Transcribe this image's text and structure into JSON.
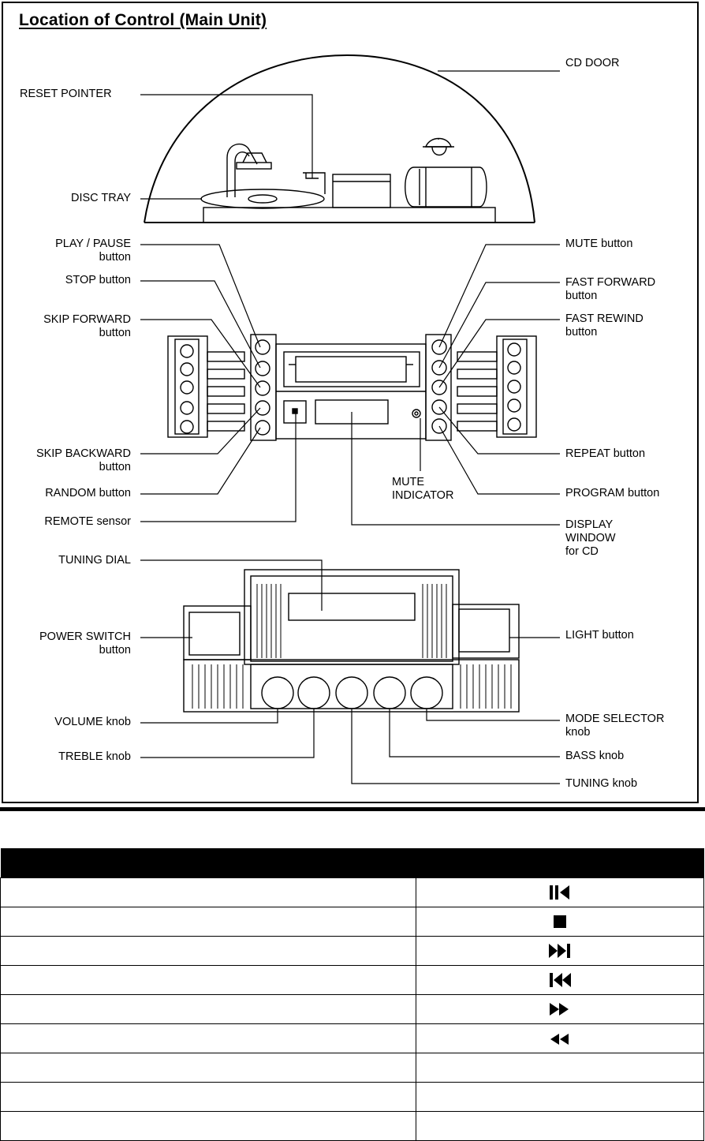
{
  "heading": "Location of Control (Main Unit)",
  "labels": {
    "cd_door": "CD DOOR",
    "reset_pointer": "RESET POINTER",
    "disc_tray": "DISC TRAY",
    "play_pause": "PLAY / PAUSE\nbutton",
    "stop": "STOP button",
    "skip_forward": "SKIP FORWARD\nbutton",
    "skip_backward": "SKIP BACKWARD\nbutton",
    "random": "RANDOM button",
    "remote_sensor": "REMOTE sensor",
    "mute_button": "MUTE button",
    "fast_forward": "FAST FORWARD\nbutton",
    "fast_rewind": "FAST REWIND\nbutton",
    "repeat": "REPEAT button",
    "program": "PROGRAM button",
    "mute_indicator": "MUTE\nINDICATOR",
    "display_window": "DISPLAY\nWINDOW\nfor CD",
    "tuning_dial": "TUNING DIAL",
    "power_switch": "POWER SWITCH\nbutton",
    "light": "LIGHT button",
    "volume": "VOLUME knob",
    "treble": "TREBLE knob",
    "mode_selector": "MODE SELECTOR\nknob",
    "bass": "BASS knob",
    "tuning_knob": "TUNING knob"
  },
  "table": {
    "header": [
      "",
      ""
    ],
    "rows": [
      {
        "label": "",
        "icon": "play-pause-icon"
      },
      {
        "label": "",
        "icon": "stop-icon"
      },
      {
        "label": "",
        "icon": "skip-forward-icon"
      },
      {
        "label": "",
        "icon": "skip-backward-icon"
      },
      {
        "label": "",
        "icon": "fast-forward-icon"
      },
      {
        "label": "",
        "icon": "fast-rewind-icon"
      },
      {
        "label": "",
        "icon": ""
      },
      {
        "label": "",
        "icon": ""
      },
      {
        "label": "",
        "icon": ""
      }
    ]
  },
  "colors": {
    "ink": "#000000",
    "paper": "#ffffff"
  }
}
